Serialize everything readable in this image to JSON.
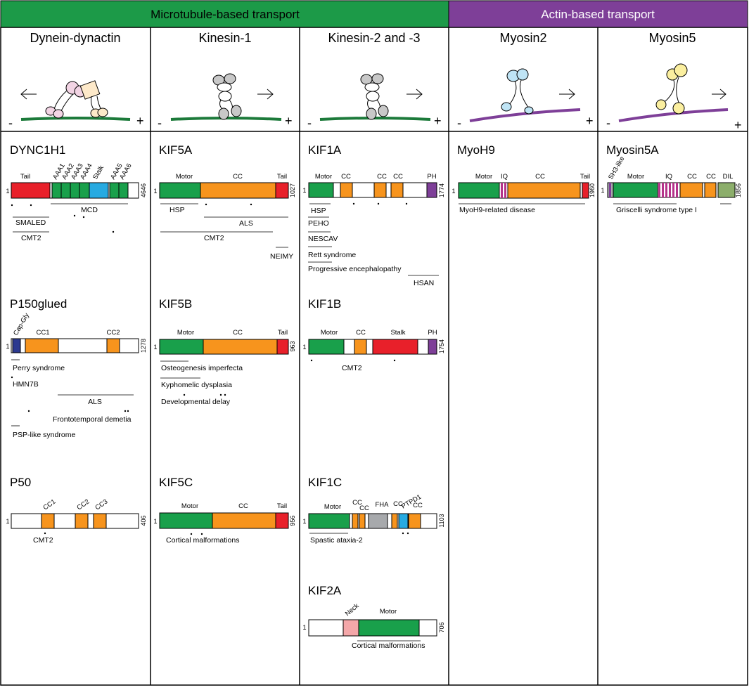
{
  "header": {
    "microtubule_label": "Microtubule-based transport",
    "actin_label": "Actin-based transport",
    "microtubule_color": "#1c9a48",
    "actin_color": "#7e3f98"
  },
  "columns": [
    {
      "id": "dynein",
      "title": "Dynein-dynactin"
    },
    {
      "id": "kinesin1",
      "title": "Kinesin-1"
    },
    {
      "id": "kinesin23",
      "title": "Kinesin-2 and -3"
    },
    {
      "id": "myosin2",
      "title": "Myosin2"
    },
    {
      "id": "myosin5",
      "title": "Myosin5"
    }
  ],
  "track_labels": {
    "minus": "-",
    "plus": "+"
  },
  "colors": {
    "red": "#e8202a",
    "green": "#19a04b",
    "orange": "#f7941d",
    "blue": "#27aae1",
    "navy": "#2b3990",
    "purple": "#7e3f98",
    "gray": "#a7a9ac",
    "pink": "#f4a7a9",
    "olive": "#8cae6b",
    "magenta": "#b5338a",
    "white": "#ffffff"
  },
  "proteins": {
    "dync1h1": {
      "name": "DYNC1H1",
      "start": "1",
      "end": "4646",
      "domain_labels": [
        "Tail",
        "AAA1",
        "AAA2",
        "AAA3",
        "AAA4",
        "Stalk",
        "AAA5",
        "AAA6"
      ],
      "region_label": "MCD",
      "diseases": [
        "SMALED",
        "CMT2"
      ]
    },
    "p150": {
      "name": "P150glued",
      "start": "1",
      "end": "1278",
      "domain_labels": [
        "Cap-Gly",
        "CC1",
        "CC2"
      ],
      "diseases": [
        "Perry syndrome",
        "HMN7B",
        "ALS",
        "Frontotemporal demetia",
        "PSP-like syndrome"
      ]
    },
    "p50": {
      "name": "P50",
      "start": "1",
      "end": "406",
      "domain_labels": [
        "CC1",
        "CC2",
        "CC3"
      ],
      "diseases": [
        "CMT2"
      ]
    },
    "kif5a": {
      "name": "KIF5A",
      "start": "1",
      "end": "1027",
      "domain_labels": [
        "Motor",
        "CC",
        "Tail"
      ],
      "diseases": [
        "HSP",
        "ALS",
        "CMT2",
        "NEIMY"
      ]
    },
    "kif5b": {
      "name": "KIF5B",
      "start": "1",
      "end": "963",
      "domain_labels": [
        "Motor",
        "CC",
        "Tail"
      ],
      "diseases": [
        "Osteogenesis imperfecta",
        "Kyphomelic dysplasia",
        "Developmental delay"
      ]
    },
    "kif5c": {
      "name": "KIF5C",
      "start": "1",
      "end": "956",
      "domain_labels": [
        "Motor",
        "CC",
        "Tail"
      ],
      "diseases": [
        "Cortical malformations"
      ]
    },
    "kif1a": {
      "name": "KIF1A",
      "start": "1",
      "end": "1774",
      "domain_labels": [
        "Motor",
        "CC",
        "CC",
        "CC",
        "PH"
      ],
      "diseases": [
        "HSP",
        "PEHO",
        "NESCAV",
        "Rett syndrome",
        "Progressive encephalopathy",
        "HSAN"
      ]
    },
    "kif1b": {
      "name": "KIF1B",
      "start": "1",
      "end": "1754",
      "domain_labels": [
        "Motor",
        "CC",
        "Stalk",
        "PH"
      ],
      "diseases": [
        "CMT2"
      ]
    },
    "kif1c": {
      "name": "KIF1C",
      "start": "1",
      "end": "1103",
      "domain_labels": [
        "Motor",
        "CC",
        "CC",
        "FHA",
        "CC",
        "PTPD1",
        "CC"
      ],
      "diseases": [
        "Spastic ataxia-2"
      ]
    },
    "kif2a": {
      "name": "KIF2A",
      "start": "1",
      "end": "706",
      "domain_labels": [
        "Neck",
        "Motor"
      ],
      "diseases": [
        "Cortical malformations"
      ]
    },
    "myoh9": {
      "name": "MyoH9",
      "start": "1",
      "end": "1960",
      "domain_labels": [
        "Motor",
        "IQ",
        "CC",
        "Tail"
      ],
      "diseases": [
        "MyoH9-related disease"
      ]
    },
    "myosin5a": {
      "name": "Myosin5A",
      "start": "1",
      "end": "1856",
      "domain_labels": [
        "SH3-like",
        "Motor",
        "IQ",
        "CC",
        "CC",
        "DIL"
      ],
      "diseases": [
        "Griscelli syndrome type I"
      ]
    }
  }
}
